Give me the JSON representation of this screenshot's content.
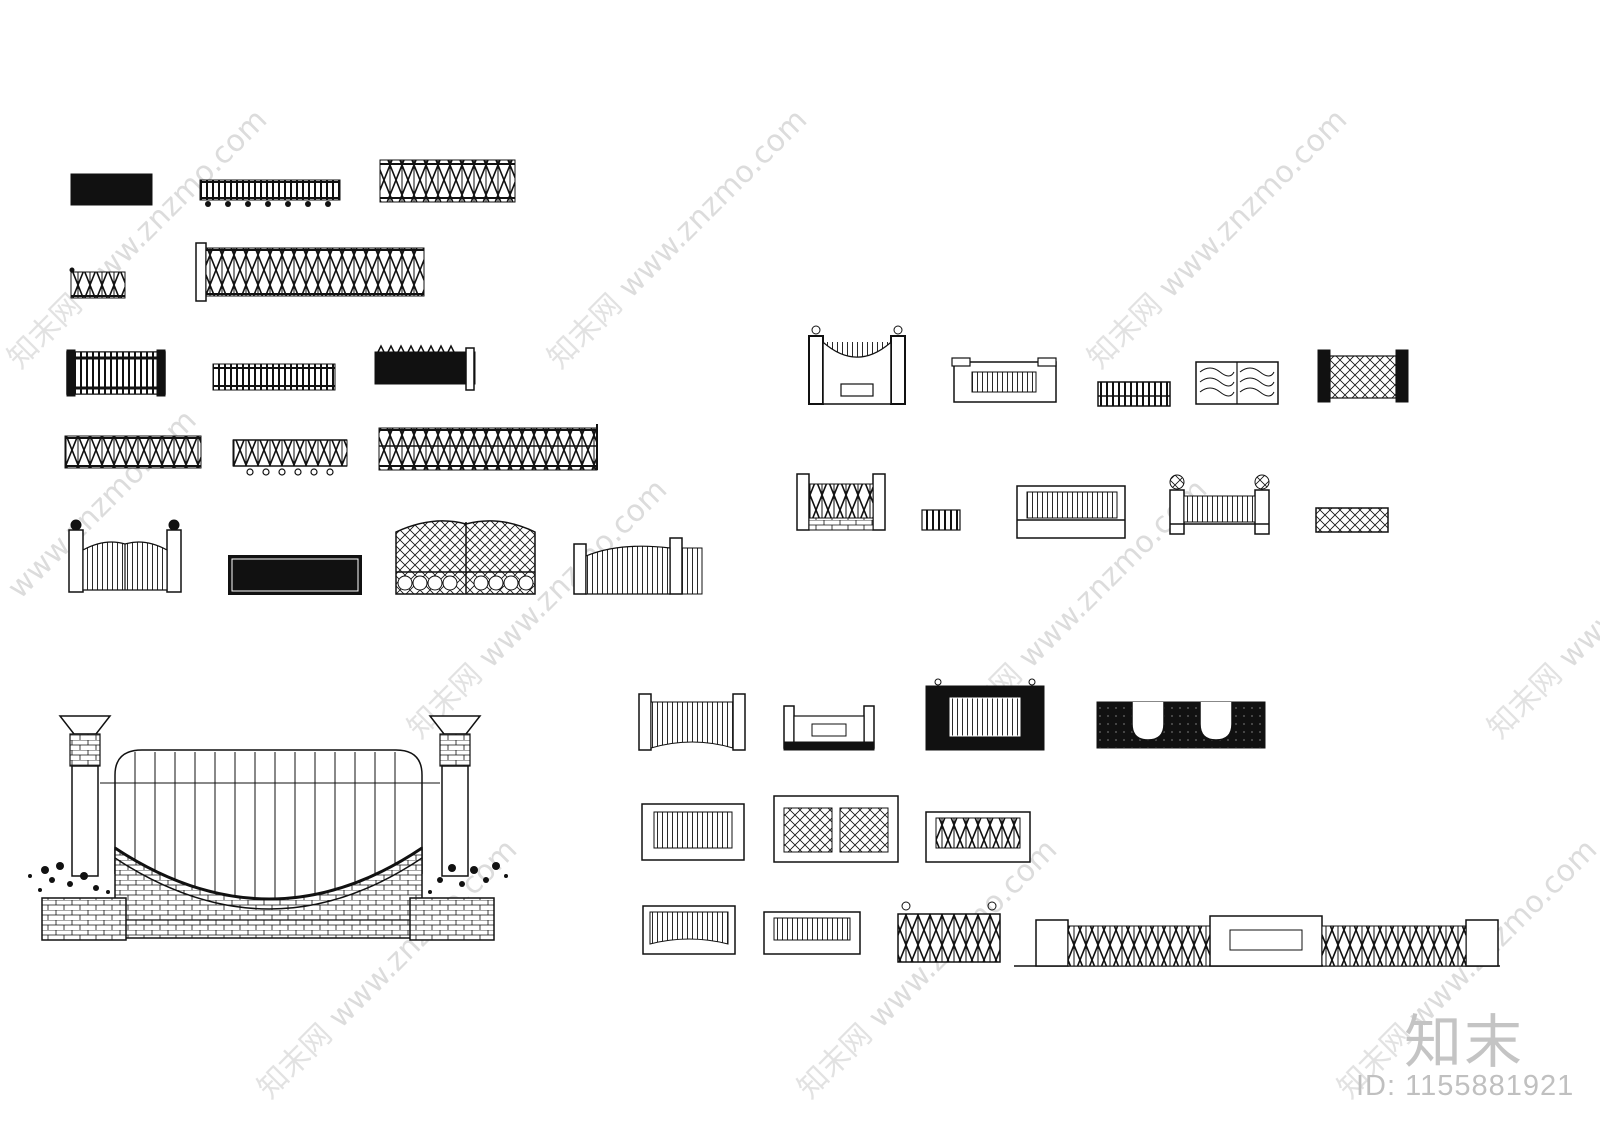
{
  "watermark": {
    "url_text": "www.znzmo.com",
    "site_name": "知末网"
  },
  "brand": {
    "logo_text": "知末"
  },
  "image_id": {
    "label": "ID: 1155881921"
  },
  "colors": {
    "line": "#111111",
    "watermark": "#dcdcdc",
    "background": "#ffffff"
  }
}
